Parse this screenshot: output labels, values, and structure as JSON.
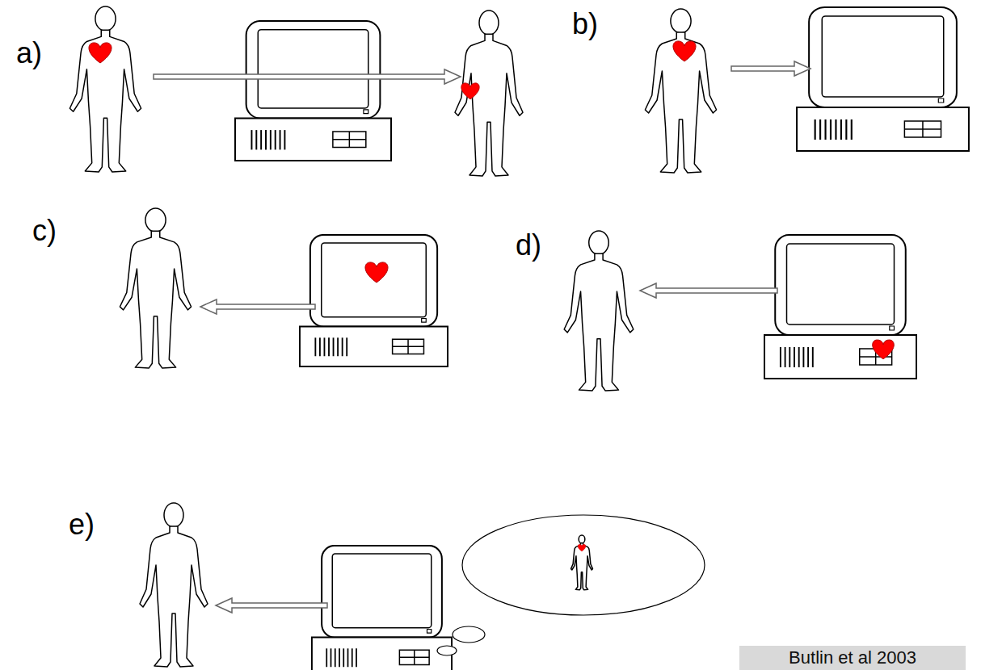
{
  "diagram": {
    "nodes": [
      {
        "text": [
          "Butlin et al 2003"
        ]
      }
    ],
    "labels": [
      "a)",
      "b)",
      "c)",
      "d)",
      "e)"
    ]
  }
}
